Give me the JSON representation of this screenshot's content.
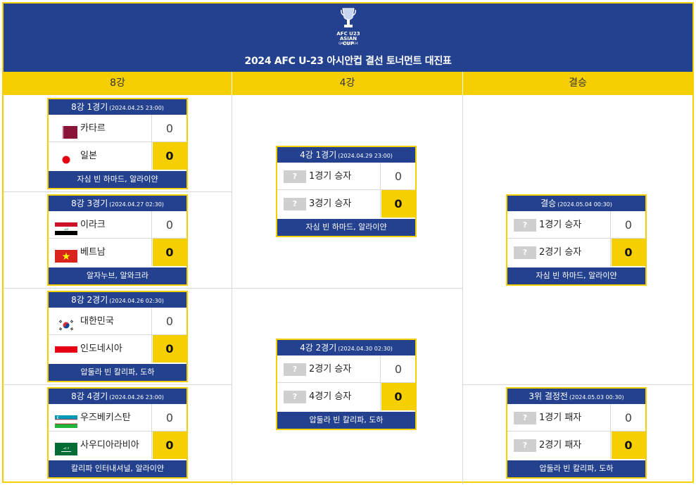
{
  "header": {
    "logo_line1": "AFC U23",
    "logo_line2": "ASIAN CUP",
    "logo_line3": "QATAR 2024",
    "title": "2024 AFC U-23 아시안컵 결선 토너먼트 대진표"
  },
  "rounds": [
    "8강",
    "4강",
    "결승"
  ],
  "colors": {
    "navy": "#23418f",
    "gold": "#f6cf00"
  },
  "matches": {
    "qf1": {
      "title": "8강 1경기",
      "date": "(2024.04.25 23:00)",
      "team1": {
        "name": "카타르",
        "flag": "qatar-flag",
        "score": "0"
      },
      "team2": {
        "name": "일본",
        "flag": "japan-flag",
        "score": "0"
      },
      "winner": 2,
      "venue": "자심 빈 하마드, 알라이얀"
    },
    "qf3": {
      "title": "8강 3경기",
      "date": "(2024.04.27 02:30)",
      "team1": {
        "name": "이라크",
        "flag": "iraq-flag",
        "score": "0"
      },
      "team2": {
        "name": "베트남",
        "flag": "vietnam-flag",
        "score": "0"
      },
      "winner": 2,
      "venue": "알자누브, 알와크라"
    },
    "qf2": {
      "title": "8강 2경기",
      "date": "(2024.04.26 02:30)",
      "team1": {
        "name": "대한민국",
        "flag": "korea-flag",
        "score": "0"
      },
      "team2": {
        "name": "인도네시아",
        "flag": "indonesia-flag",
        "score": "0"
      },
      "winner": 2,
      "venue": "압둘라 빈 칼리파, 도하"
    },
    "qf4": {
      "title": "8강 4경기",
      "date": "(2024.04.26 23:00)",
      "team1": {
        "name": "우즈베키스탄",
        "flag": "uzbekistan-flag",
        "score": "0"
      },
      "team2": {
        "name": "사우디아라비아",
        "flag": "saudi-flag",
        "score": "0"
      },
      "winner": 2,
      "venue": "칼리파 인터내셔널, 알라이얀"
    },
    "sf1": {
      "title": "4강 1경기",
      "date": "(2024.04.29 23:00)",
      "team1": {
        "name": "1경기 승자",
        "flag": "unknown-flag",
        "score": "0"
      },
      "team2": {
        "name": "3경기 승자",
        "flag": "unknown-flag",
        "score": "0"
      },
      "winner": 2,
      "venue": "자심 빈 하마드, 알라이얀"
    },
    "sf2": {
      "title": "4강 2경기",
      "date": "(2024.04.30 02:30)",
      "team1": {
        "name": "2경기 승자",
        "flag": "unknown-flag",
        "score": "0"
      },
      "team2": {
        "name": "4경기 승자",
        "flag": "unknown-flag",
        "score": "0"
      },
      "winner": 2,
      "venue": "압둘라 빈 칼리파, 도하"
    },
    "final": {
      "title": "결승",
      "date": "(2024.05.04 00:30)",
      "team1": {
        "name": "1경기 승자",
        "flag": "unknown-flag",
        "score": "0"
      },
      "team2": {
        "name": "2경기 승자",
        "flag": "unknown-flag",
        "score": "0"
      },
      "winner": 2,
      "venue": "자심 빈 하마드, 알라이얀"
    },
    "third": {
      "title": "3위 결정전",
      "date": "(2024.05.03 00:30)",
      "team1": {
        "name": "1경기 패자",
        "flag": "unknown-flag",
        "score": "0"
      },
      "team2": {
        "name": "2경기 패자",
        "flag": "unknown-flag",
        "score": "0"
      },
      "winner": 2,
      "venue": "압둘라 빈 칼리파, 도하"
    }
  },
  "unknown_mark": "?"
}
